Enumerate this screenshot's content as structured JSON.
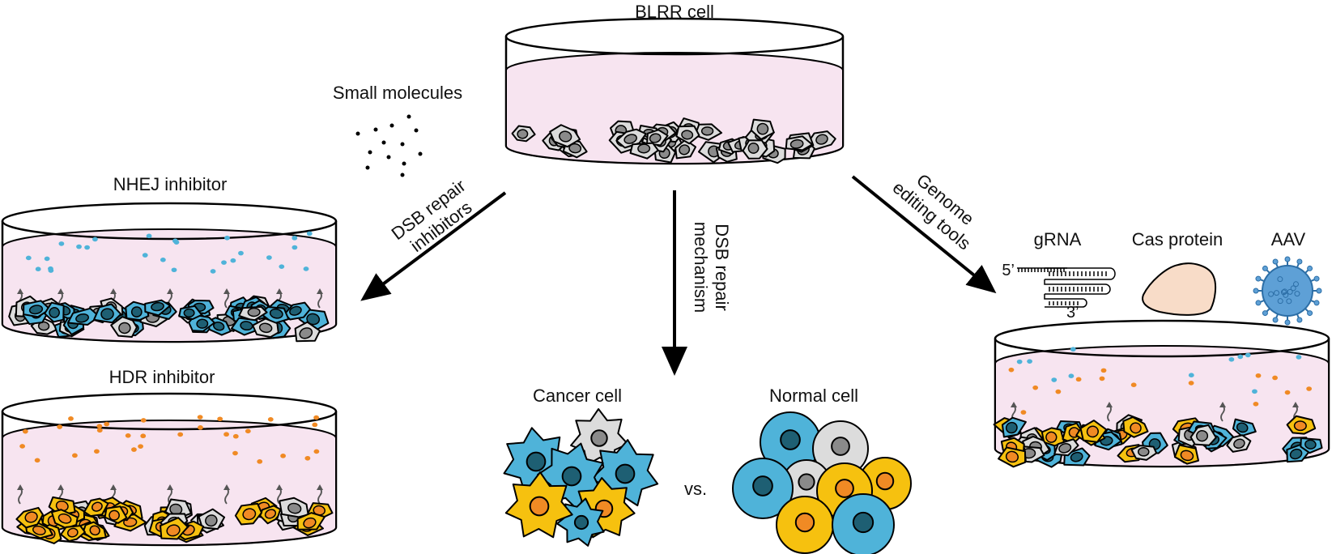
{
  "labels": {
    "blrr_cell": "BLRR cell",
    "small_molecules": "Small molecules",
    "nhej_inhibitor": "NHEJ inhibitor",
    "hdr_inhibitor": "HDR inhibitor",
    "dsb_inhibitors_line1": "DSB repair",
    "dsb_inhibitors_line2": "inhibitors",
    "dsb_mechanism_line1": "DSB repair",
    "dsb_mechanism_line2": "mechanism",
    "genome_line1": "Genome",
    "genome_line2": "editing tools",
    "grna": "gRNA",
    "cas_protein": "Cas protein",
    "aav": "AAV",
    "five_prime": "5’",
    "three_prime": "3’",
    "cancer_cell": "Cancer cell",
    "normal_cell": "Normal cell",
    "vs": "vs."
  },
  "colors": {
    "medium": "#f7e4f0",
    "gray_cell": "#dcdcdc",
    "gray_nucleus": "#8a8a8a",
    "blue_cell": "#4fb3d9",
    "blue_nucleus": "#1e5f73",
    "yellow_cell": "#f6c10f",
    "orange_nucleus": "#f08a24",
    "cas_protein": "#f8dcc8",
    "aav": "#5ea0d6"
  },
  "icons": [
    "small-molecule-dots",
    "grna-icon",
    "cas-protein-icon",
    "aav-virus-icon",
    "arrow-icon",
    "petri-dish-icon"
  ]
}
